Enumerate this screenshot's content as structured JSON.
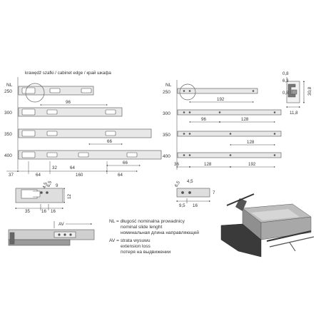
{
  "header": {
    "cabinet_edge": "krawędź szafki / cabinet edge / край шкафа",
    "nl_left": "NL",
    "nl_right": "NL"
  },
  "left_diagram": {
    "rows": [
      "250",
      "300",
      "350",
      "400"
    ],
    "dims_inline": [
      "96",
      "66",
      "66"
    ],
    "dims_bottom": [
      "37",
      "64",
      "32",
      "64",
      "160",
      "64"
    ]
  },
  "right_diagram": {
    "rows": [
      "250",
      "300",
      "350",
      "400"
    ],
    "dims_inline": [
      "192",
      "96",
      "128",
      "128"
    ],
    "dims_bottom": [
      "36",
      "128",
      "192"
    ]
  },
  "profile": {
    "dims": [
      "0,8",
      "6,3",
      "0,8",
      "30,8",
      "11,8"
    ]
  },
  "detail_left": {
    "dims": [
      "9",
      "4,5",
      "6,5",
      "12",
      "35",
      "16",
      "16"
    ]
  },
  "detail_mid": {
    "dims": [
      "4,5",
      "6,5",
      "7",
      "9,5",
      "16"
    ]
  },
  "av_label": "AV",
  "legend": {
    "nl_line1": "NL = długość nominalna prowadnicy",
    "nl_line2": "nominal slide lenght",
    "nl_line3": "номинальная длина направляющей",
    "av_line1": "AV = strata wysuwu",
    "av_line2": "extension loss",
    "av_line3": "потеря на выдвижении"
  },
  "colors": {
    "line": "#555555",
    "rail": "#cfcfcf",
    "box_fill": "#7a7a7a",
    "box_dark": "#3a3a3a"
  }
}
